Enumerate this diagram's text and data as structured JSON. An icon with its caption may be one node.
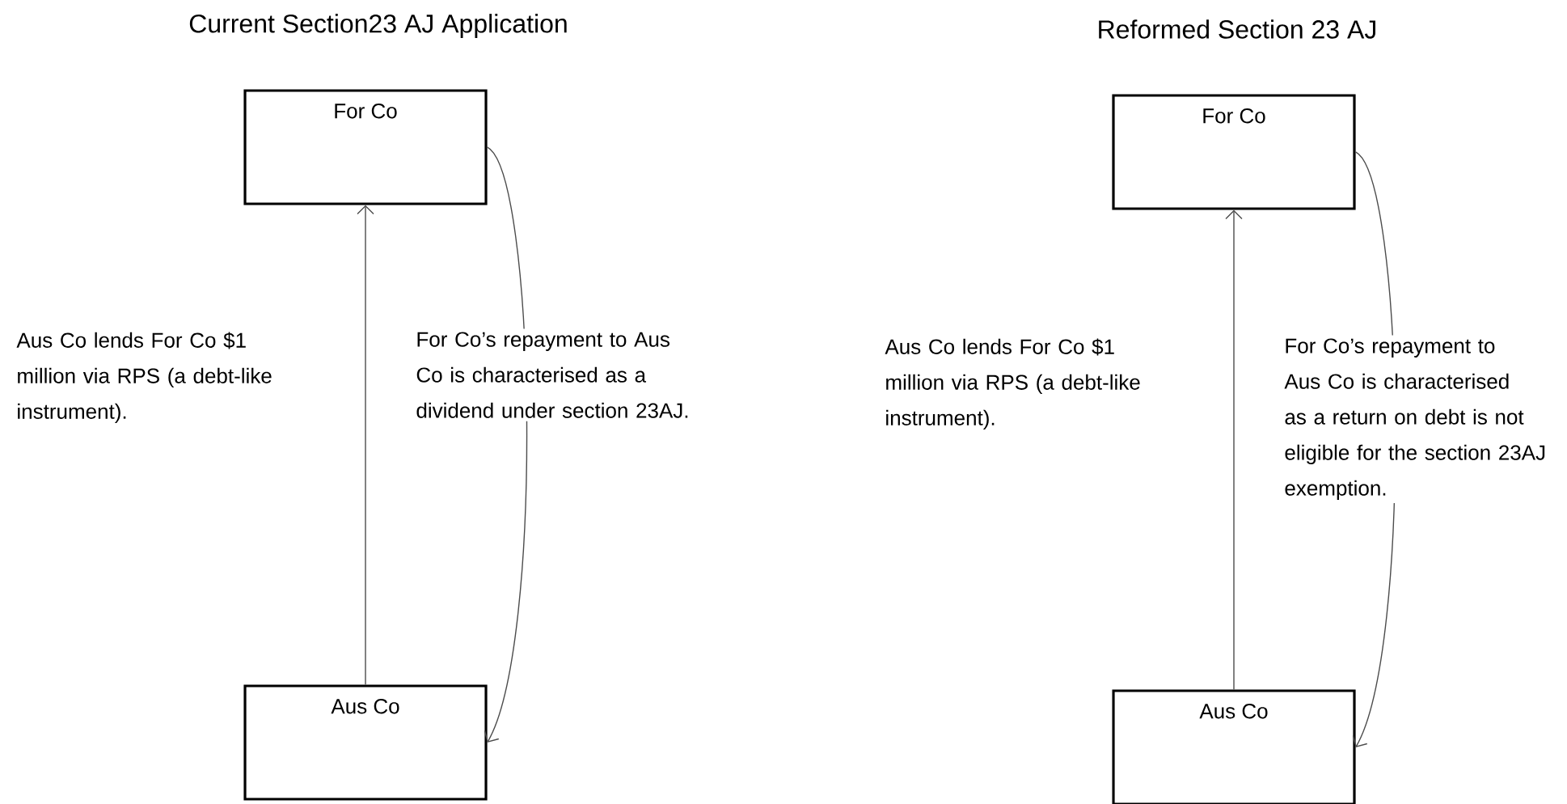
{
  "diagram": {
    "nodes": [
      {
        "text": [
          "For Co"
        ]
      },
      {
        "text": [
          "Aus Co"
        ]
      },
      {
        "text": [
          "For Co"
        ]
      },
      {
        "text": [
          "Aus Co"
        ]
      }
    ],
    "edges": [
      {
        "from": 1,
        "to": 0,
        "arrow": "to",
        "label": "Aus Co lends For Co $1 million via RPS (a debt-like instrument)."
      },
      {
        "from": 0,
        "to": 1,
        "arrow": "to",
        "label": "For Co’s repayment to Aus Co is characterised as a dividend under section 23AJ."
      },
      {
        "from": 3,
        "to": 2,
        "arrow": "to",
        "label": "Aus Co lends For Co $1 million via RPS (a debt-like instrument)."
      },
      {
        "from": 2,
        "to": 3,
        "arrow": "to",
        "label": "For Co’s repayment to Aus Co is characterised as a return on debt is not eligible for  the section 23AJ exemption."
      }
    ],
    "labels": [
      "Current Section23 AJ Application",
      "Reformed Section 23 AJ"
    ]
  }
}
